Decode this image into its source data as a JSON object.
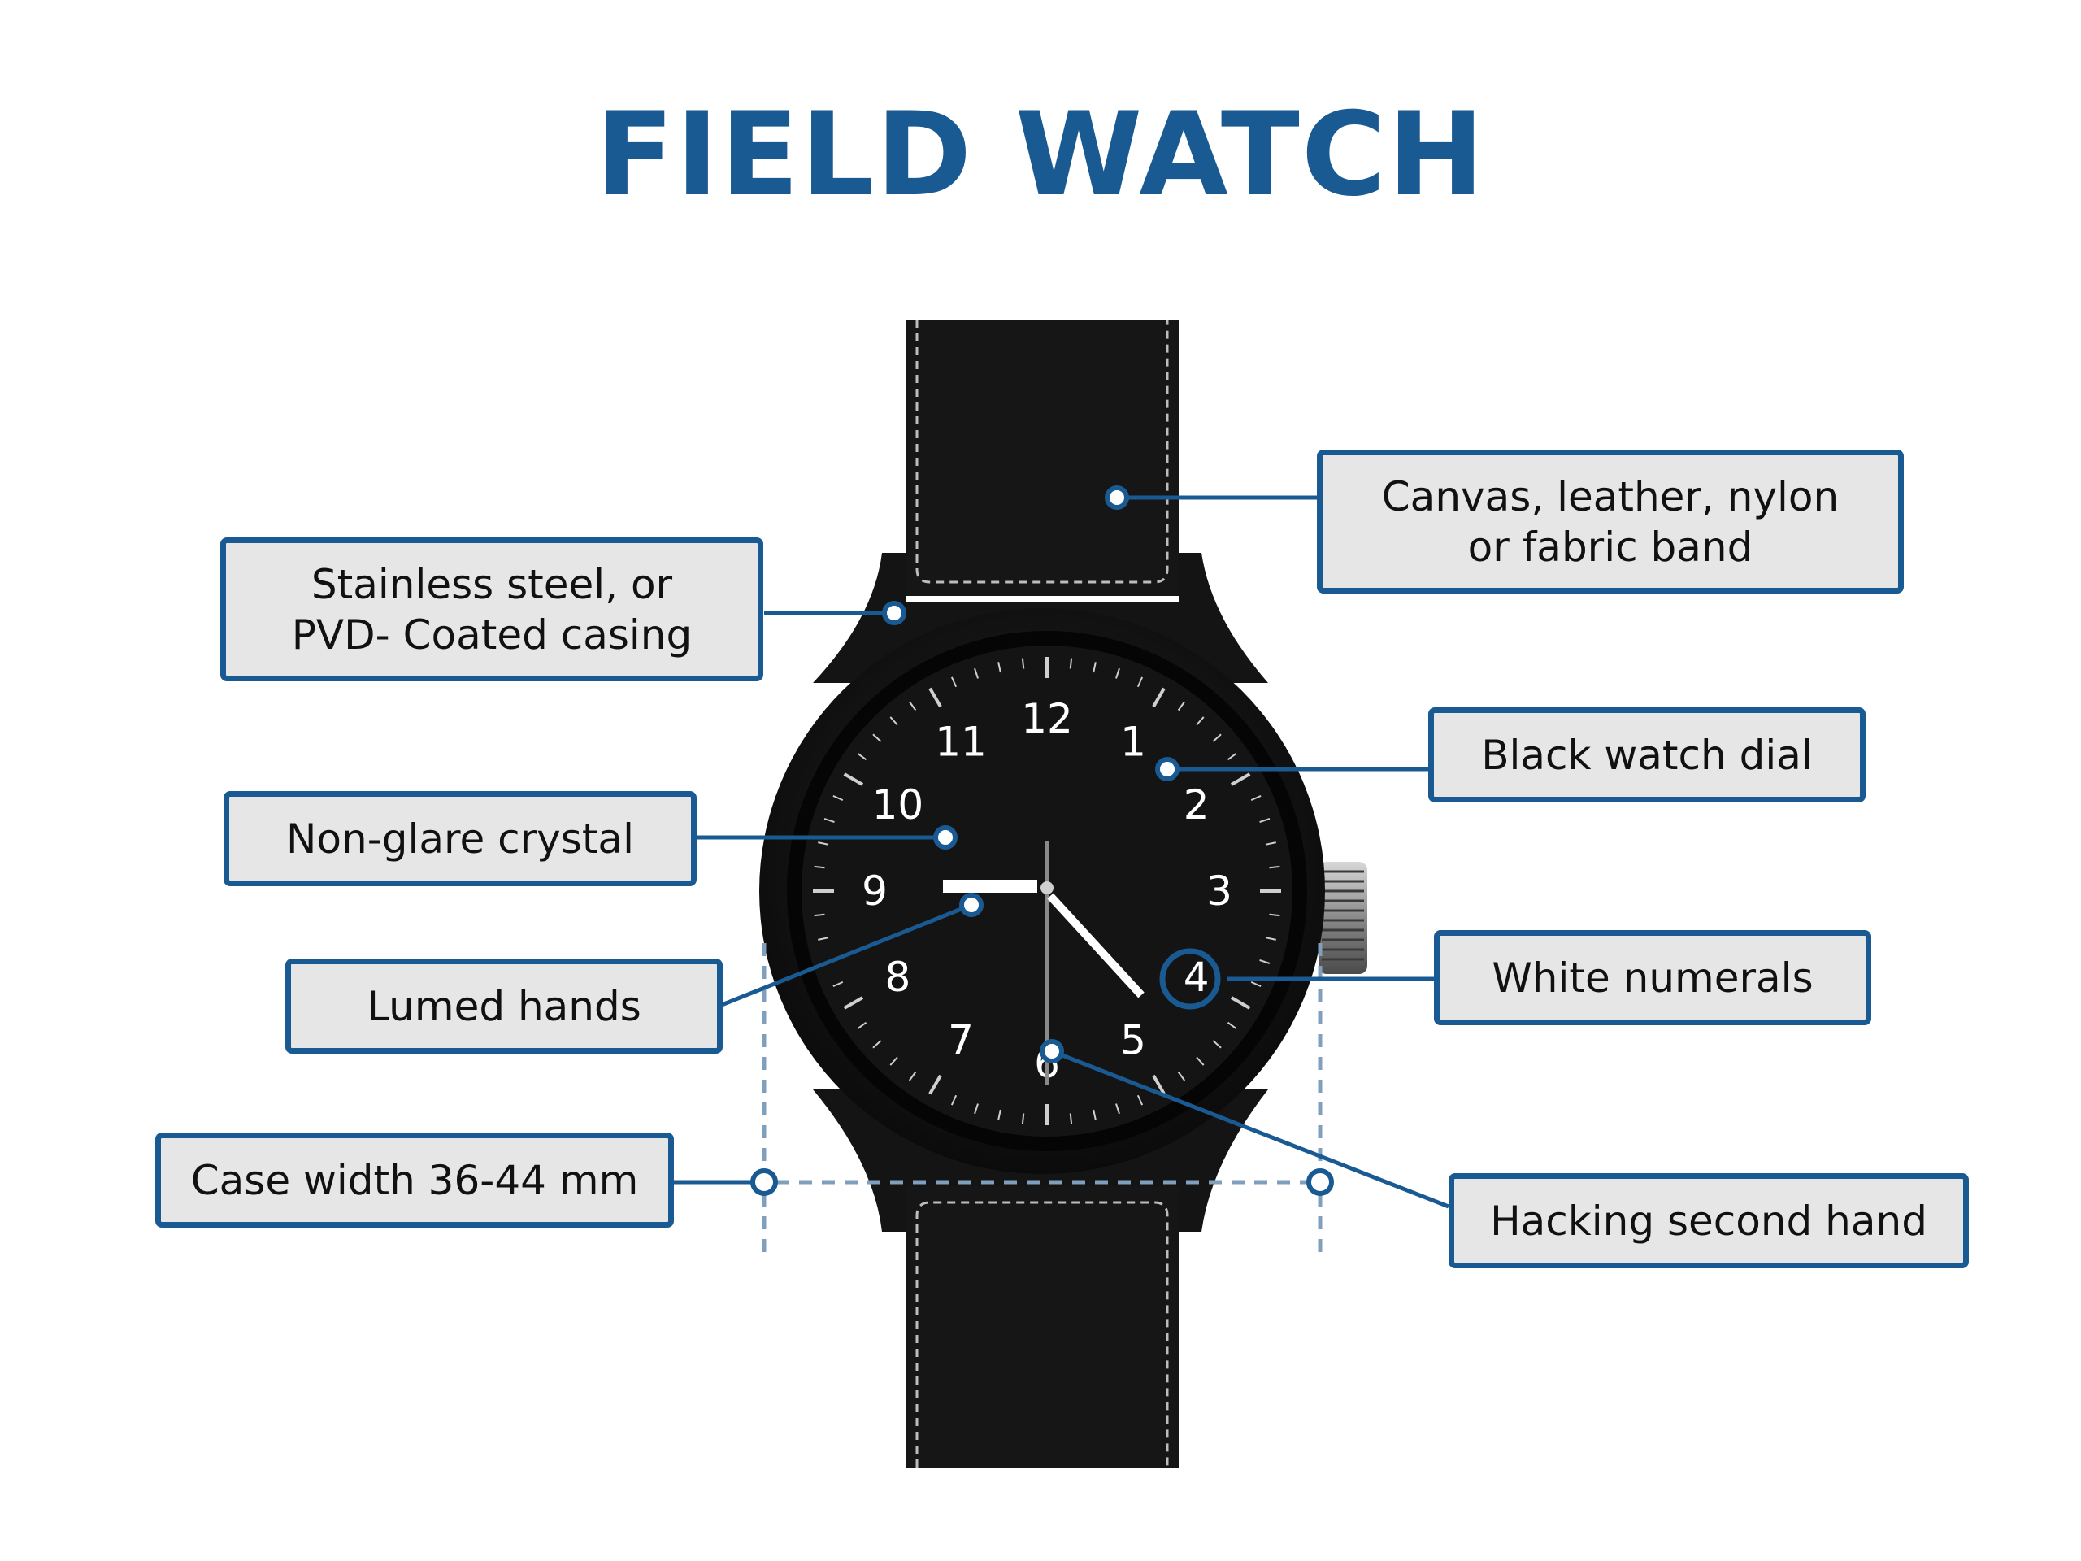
{
  "title": "FIELD WATCH",
  "colors": {
    "accent": "#1a5a92",
    "callout_fill": "#e6e6e6",
    "dimension_line": "#7f9fbd",
    "watch_black": "#101010",
    "hand_white": "#ffffff"
  },
  "dial": {
    "numerals": [
      "12",
      "1",
      "2",
      "3",
      "4",
      "5",
      "6",
      "7",
      "8",
      "9",
      "10",
      "11"
    ]
  },
  "callouts": {
    "band": {
      "line1": "Canvas, leather, nylon",
      "line2": "or fabric band"
    },
    "casing": {
      "line1": "Stainless steel, or",
      "line2": "PVD- Coated casing"
    },
    "dial": {
      "text": "Black watch dial"
    },
    "crystal": {
      "text": "Non-glare crystal"
    },
    "numerals": {
      "text": "White numerals"
    },
    "hands": {
      "text": "Lumed hands"
    },
    "case_width": {
      "text": "Case width 36-44 mm"
    },
    "second_hand": {
      "text": "Hacking second hand"
    }
  }
}
